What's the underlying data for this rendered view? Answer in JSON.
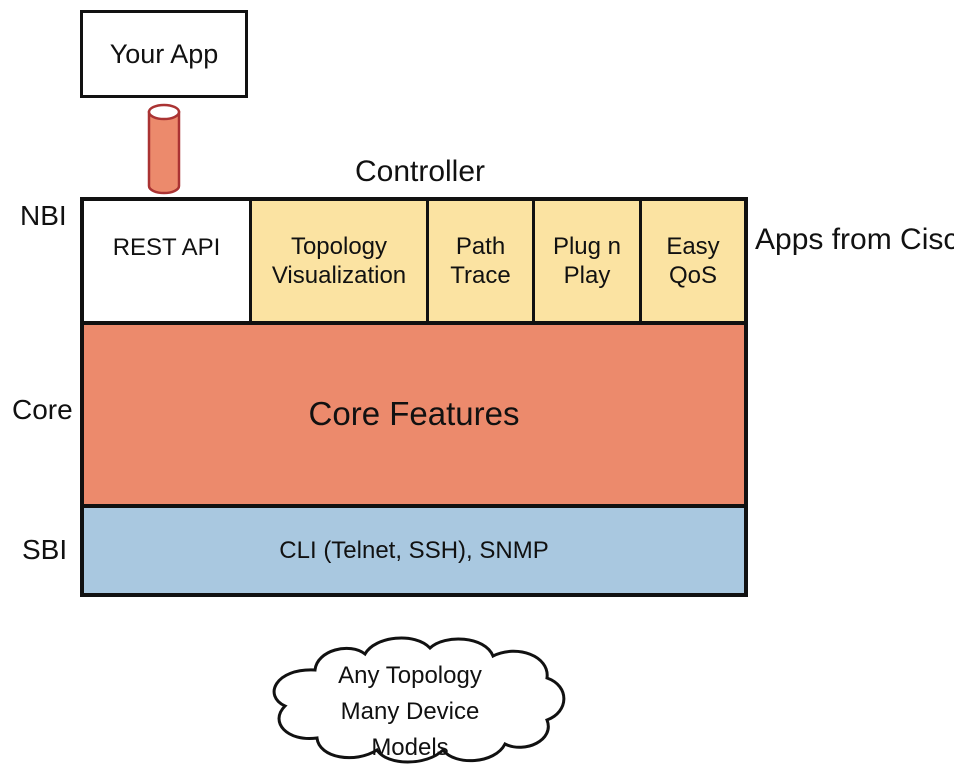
{
  "your_app": {
    "label": "Your App"
  },
  "controller": {
    "title": "Controller"
  },
  "layers": {
    "nbi": "NBI",
    "core": "Core",
    "sbi": "SBI"
  },
  "nbi_row": {
    "rest_api": "REST API",
    "apps": [
      "Topology\nVisualization",
      "Path\nTrace",
      "Plug n\nPlay",
      "Easy\nQoS"
    ],
    "apps_label": "Apps from Cisco"
  },
  "core_row": {
    "label": "Core Features"
  },
  "sbi_row": {
    "label": "CLI (Telnet, SSH), SNMP"
  },
  "network_cloud": {
    "label": "Any Topology\nMany Device Models"
  },
  "colors": {
    "app_box": "#fbe3a2",
    "core": "#ec8a6c",
    "sbi": "#a9c8e0",
    "connector": "#ec8a6c"
  }
}
